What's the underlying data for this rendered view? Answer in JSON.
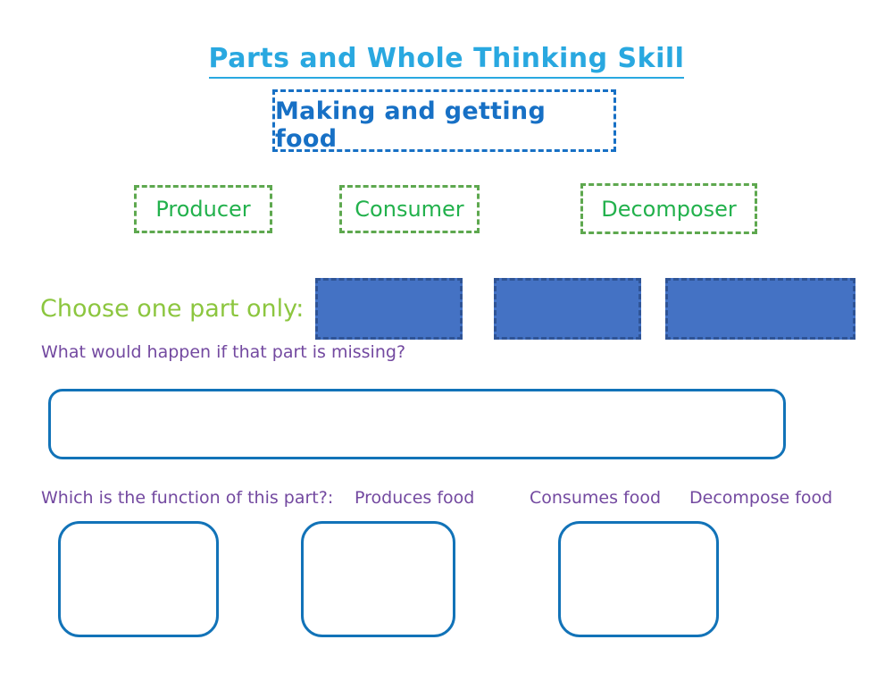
{
  "worksheet": {
    "title": "Parts and Whole Thinking Skill",
    "subtitle": "Making and getting food",
    "categories": [
      {
        "label": "Producer"
      },
      {
        "label": "Consumer"
      },
      {
        "label": "Decomposer"
      }
    ],
    "choose_label": "Choose one part only:",
    "drop_zones": [
      {
        "value": ""
      },
      {
        "value": ""
      },
      {
        "value": ""
      }
    ],
    "missing_question": "What would happen if that part is missing?",
    "answer_input": {
      "value": "",
      "placeholder": ""
    },
    "function_row": {
      "question": "Which is the function of this part?:",
      "options": [
        {
          "label": "Produces food"
        },
        {
          "label": "Consumes food"
        },
        {
          "label": "Decompose food"
        }
      ]
    },
    "function_boxes": [
      {
        "value": ""
      },
      {
        "value": ""
      },
      {
        "value": ""
      }
    ],
    "colors": {
      "title": "#29a8e0",
      "subtitle": "#1770c5",
      "chip_border": "#5ea84f",
      "chip_text": "#22b14c",
      "choose_label": "#8cc63f",
      "drop_fill": "#4472c4",
      "drop_border": "#2f5496",
      "question_purple": "#7349a0",
      "input_border": "#1273b8",
      "background": "#ffffff"
    }
  }
}
